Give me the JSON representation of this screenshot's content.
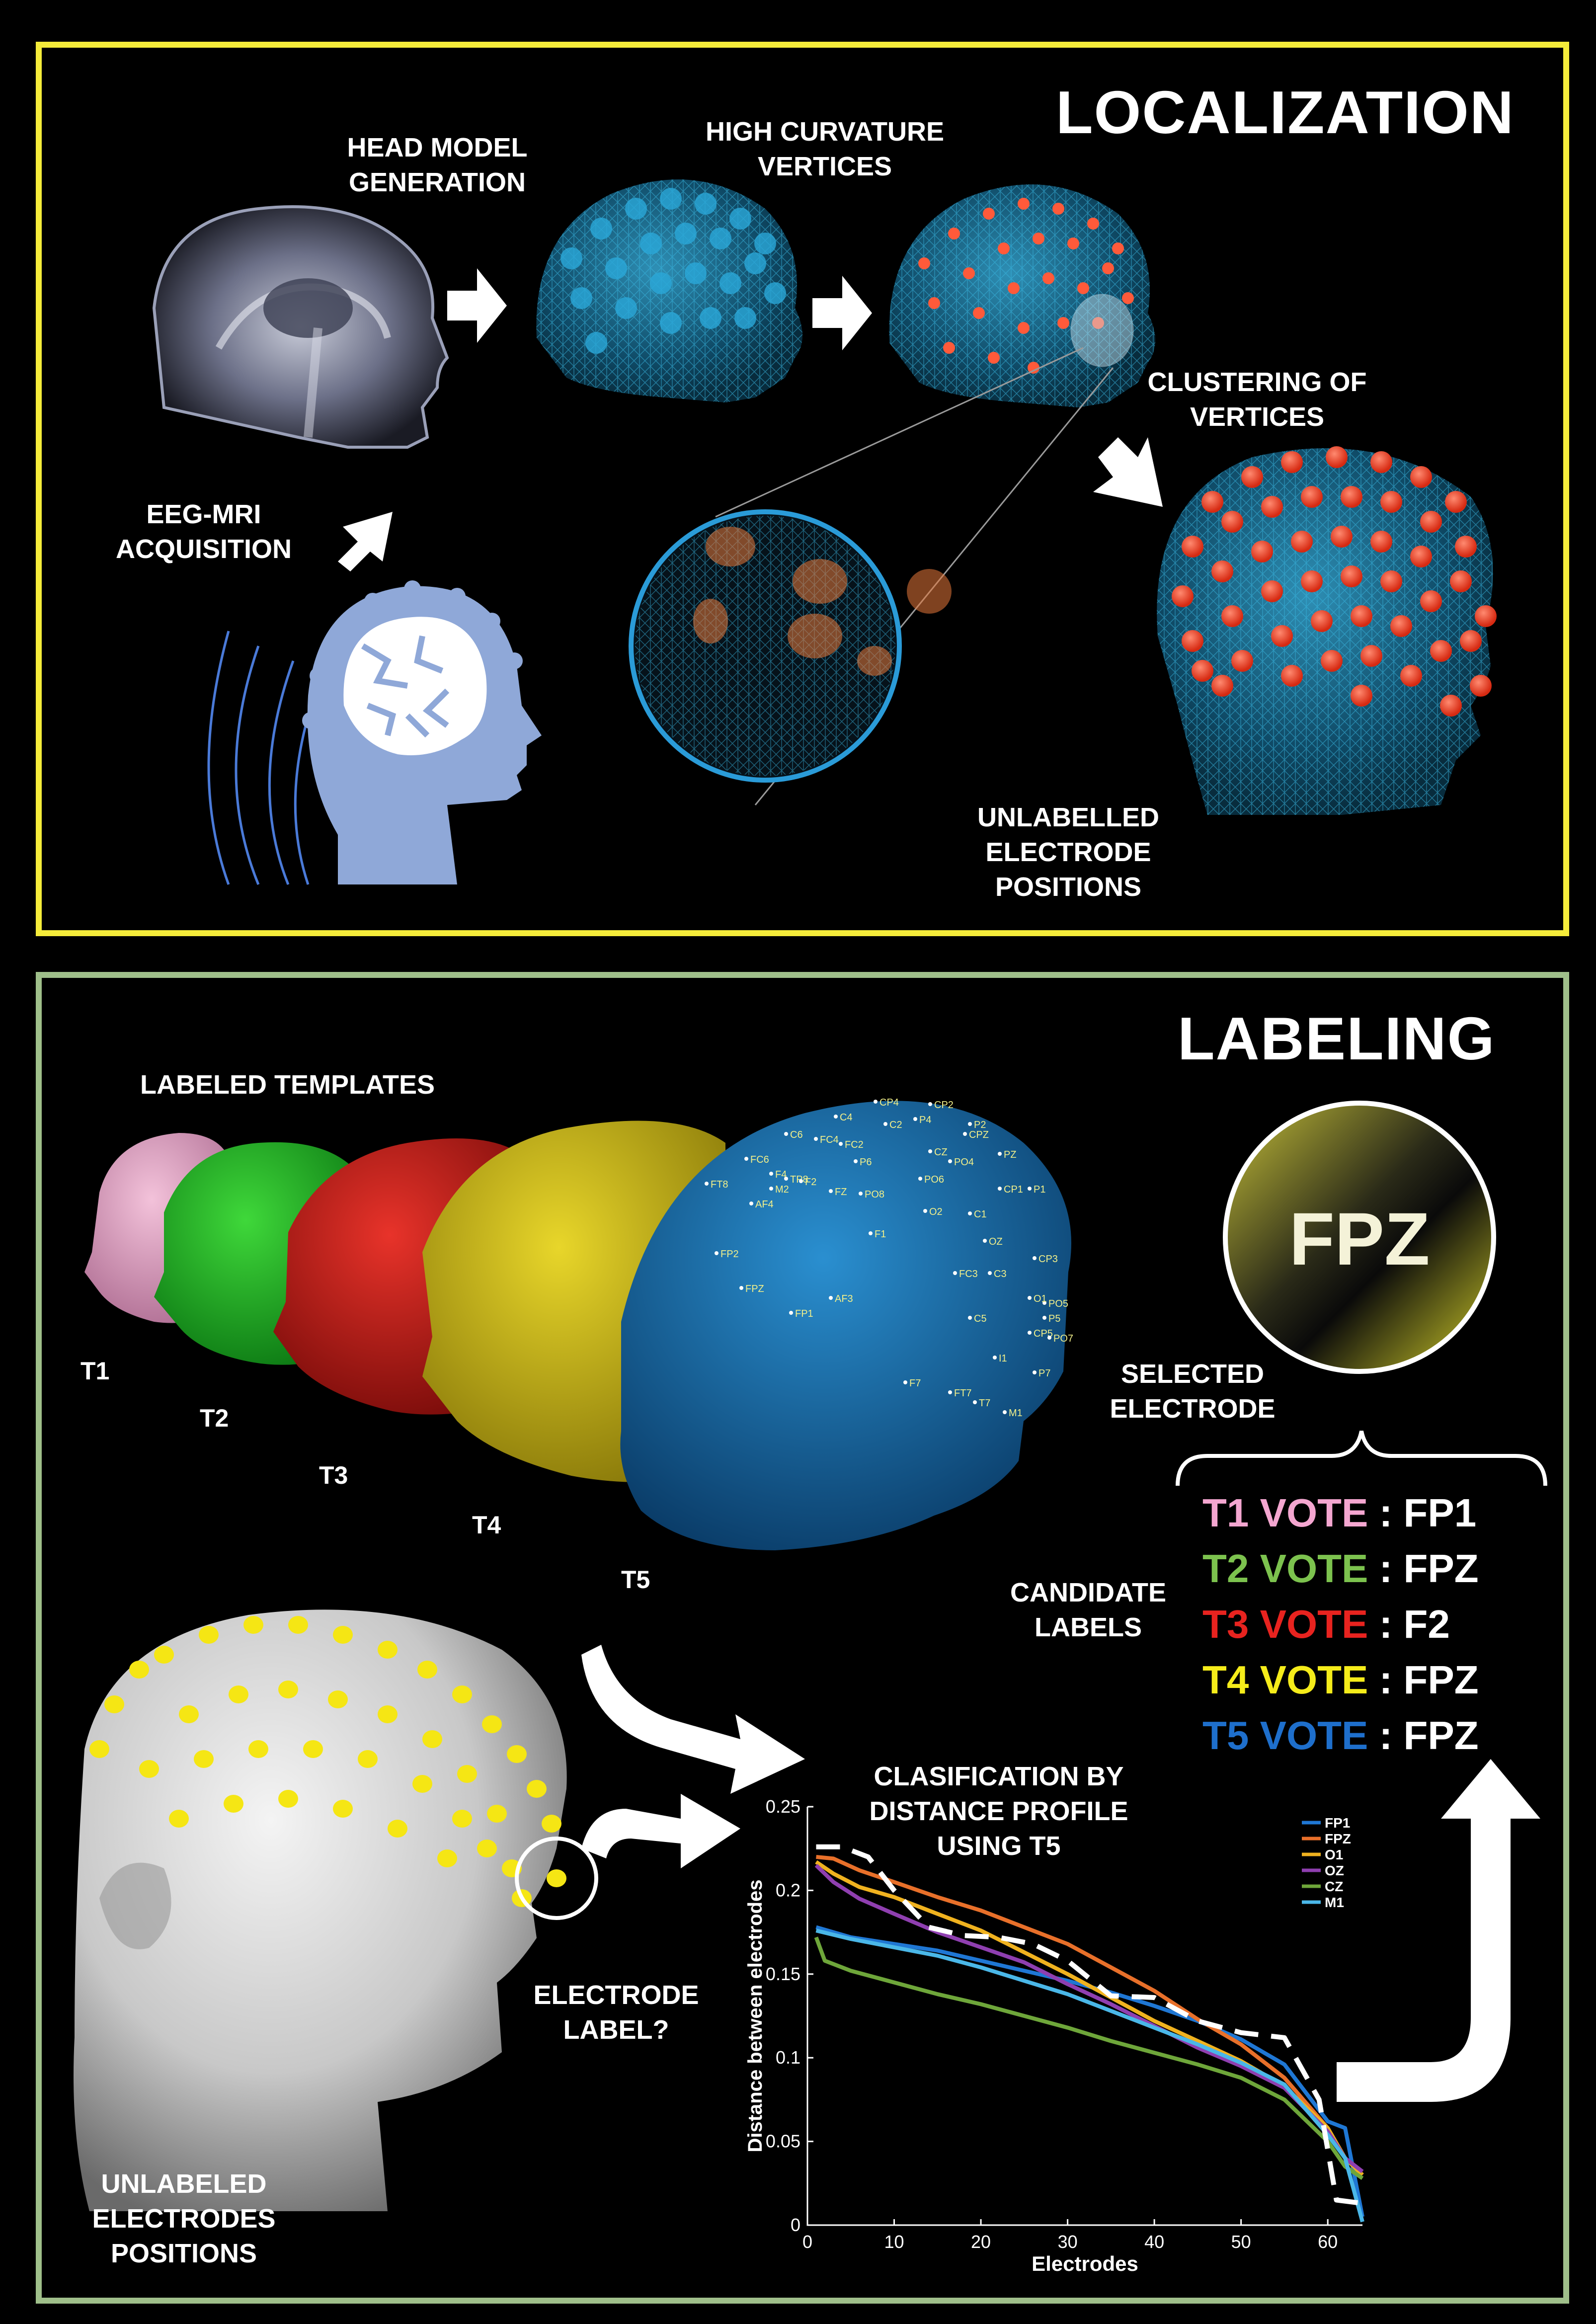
{
  "localization": {
    "title": "LOCALIZATION",
    "head_model_generation": [
      "HEAD MODEL",
      "GENERATION"
    ],
    "high_curvature_vertices": [
      "HIGH CURVATURE",
      "VERTICES"
    ],
    "clustering_of_vertices": [
      "CLUSTERING OF",
      "VERTICES"
    ],
    "eeg_mri_acquisition": [
      "EEG-MRI",
      "ACQUISITION"
    ],
    "unlabelled_electrode_positions": [
      "UNLABELLED",
      "ELECTRODE",
      "POSITIONS"
    ]
  },
  "labeling": {
    "title": "LABELING",
    "labeled_templates": "LABELED TEMPLATES",
    "templates": [
      "T1",
      "T2",
      "T3",
      "T4",
      "T5"
    ],
    "selected_electrode_label": "FPZ",
    "selected_electrode_caption": [
      "SELECTED",
      "ELECTRODE"
    ],
    "candidate_labels_caption": [
      "CANDIDATE",
      "LABELS"
    ],
    "votes": [
      {
        "template": "T1 VOTE",
        "label": "FP1",
        "color": "#f4a6d0"
      },
      {
        "template": "T2 VOTE",
        "label": "FPZ",
        "color": "#7cc24e"
      },
      {
        "template": "T3 VOTE",
        "label": "F2",
        "color": "#e8231f"
      },
      {
        "template": "T4 VOTE",
        "label": "FPZ",
        "color": "#f5ec1a"
      },
      {
        "template": "T5 VOTE",
        "label": "FPZ",
        "color": "#1e6fcc"
      }
    ],
    "vote_separator": ":",
    "electrode_label_question": [
      "ELECTRODE",
      "LABEL?"
    ],
    "unlabeled_electrodes_positions": [
      "UNLABELED",
      "ELECTRODES",
      "POSITIONS"
    ],
    "classification_caption": [
      "CLASIFICATION BY",
      "DISTANCE PROFILE",
      "USING T5"
    ],
    "t5_electrode_labels": [
      "CP4",
      "CP2",
      "C4",
      "C2",
      "P4",
      "CPZ",
      "C6",
      "FC4",
      "FC2",
      "P2",
      "CZ",
      "P6",
      "PZ",
      "FC6",
      "PO4",
      "F4",
      "TP8",
      "F2",
      "FT8",
      "M2",
      "PO6",
      "FZ",
      "PO8",
      "AF4",
      "CP1",
      "P1",
      "O2",
      "C1",
      "F1",
      "FP2",
      "FC3",
      "OZ",
      "C3",
      "CP3",
      "FPZ",
      "AF3",
      "FP1",
      "C5",
      "PO5",
      "P5",
      "O1",
      "CP5",
      "PO7",
      "I1",
      "P7",
      "F7",
      "FT7",
      "T7",
      "M1"
    ]
  },
  "chart_data": {
    "type": "line",
    "title": "",
    "xlabel": "Electrodes",
    "ylabel": "Distance between electrodes",
    "xlim": [
      0,
      64
    ],
    "ylim": [
      0,
      0.25
    ],
    "xticks": [
      0,
      10,
      20,
      30,
      40,
      50,
      60
    ],
    "yticks": [
      0,
      0.05,
      0.1,
      0.15,
      0.2,
      0.25
    ],
    "legend_position": "top-right",
    "series": [
      {
        "name": "FP1",
        "color": "#1f77d4",
        "x": [
          1,
          5,
          10,
          15,
          20,
          25,
          30,
          35,
          40,
          45,
          50,
          55,
          60,
          62,
          64
        ],
        "y": [
          0.178,
          0.172,
          0.168,
          0.164,
          0.158,
          0.152,
          0.146,
          0.139,
          0.131,
          0.122,
          0.111,
          0.096,
          0.062,
          0.058,
          0.005
        ]
      },
      {
        "name": "FPZ",
        "color": "#e8702a",
        "x": [
          1,
          3,
          6,
          10,
          15,
          20,
          25,
          30,
          35,
          40,
          45,
          50,
          55,
          60,
          62,
          64
        ],
        "y": [
          0.22,
          0.219,
          0.212,
          0.205,
          0.196,
          0.188,
          0.178,
          0.168,
          0.154,
          0.14,
          0.123,
          0.108,
          0.088,
          0.058,
          0.04,
          0.03
        ]
      },
      {
        "name": "O1",
        "color": "#f0b21f",
        "x": [
          1,
          3,
          6,
          10,
          15,
          20,
          25,
          30,
          35,
          40,
          45,
          50,
          55,
          60,
          62,
          64
        ],
        "y": [
          0.217,
          0.21,
          0.202,
          0.196,
          0.186,
          0.176,
          0.163,
          0.15,
          0.136,
          0.122,
          0.11,
          0.098,
          0.083,
          0.058,
          0.04,
          0.03
        ]
      },
      {
        "name": "OZ",
        "color": "#8f3fb0",
        "x": [
          1,
          3,
          6,
          10,
          15,
          20,
          25,
          30,
          35,
          40,
          45,
          50,
          55,
          60,
          62,
          64
        ],
        "y": [
          0.215,
          0.205,
          0.195,
          0.186,
          0.175,
          0.166,
          0.157,
          0.144,
          0.132,
          0.119,
          0.106,
          0.095,
          0.082,
          0.056,
          0.04,
          0.032
        ]
      },
      {
        "name": "CZ",
        "color": "#6ea63a",
        "x": [
          1,
          2,
          5,
          10,
          15,
          20,
          25,
          30,
          35,
          40,
          45,
          50,
          55,
          60,
          62,
          64
        ],
        "y": [
          0.172,
          0.158,
          0.152,
          0.145,
          0.138,
          0.132,
          0.125,
          0.118,
          0.11,
          0.103,
          0.096,
          0.088,
          0.075,
          0.05,
          0.035,
          0.028
        ]
      },
      {
        "name": "M1",
        "color": "#4ab7e8",
        "x": [
          1,
          5,
          10,
          15,
          20,
          25,
          30,
          35,
          40,
          45,
          50,
          55,
          60,
          62,
          64
        ],
        "y": [
          0.176,
          0.171,
          0.166,
          0.161,
          0.154,
          0.146,
          0.138,
          0.128,
          0.118,
          0.108,
          0.097,
          0.084,
          0.054,
          0.04,
          0.002
        ]
      },
      {
        "name": "",
        "color": "#ffffff",
        "dashed": true,
        "x": [
          1,
          4,
          7,
          10,
          14,
          18,
          22,
          26,
          30,
          35,
          40,
          45,
          50,
          55,
          59,
          61,
          64
        ],
        "y": [
          0.226,
          0.226,
          0.22,
          0.2,
          0.178,
          0.173,
          0.172,
          0.168,
          0.158,
          0.137,
          0.136,
          0.122,
          0.115,
          0.112,
          0.075,
          0.015,
          0.013
        ]
      }
    ]
  }
}
